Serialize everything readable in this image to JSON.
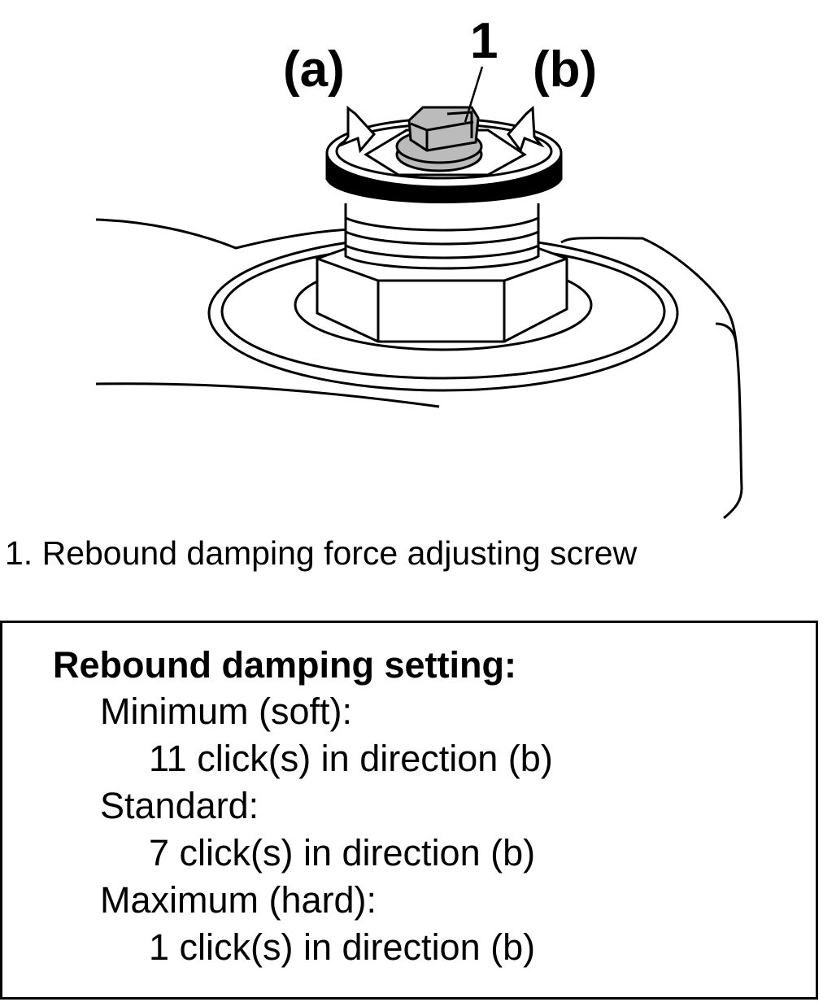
{
  "figure": {
    "callout_number": "1",
    "direction_a": "(a)",
    "direction_b": "(b)",
    "caption": "1. Rebound damping force adjusting screw"
  },
  "spec_box": {
    "title": "Rebound damping setting:",
    "rows": [
      {
        "label": "Minimum (soft):",
        "value": "11 click(s) in direction (b)"
      },
      {
        "label": "Standard:",
        "value": "7 click(s) in direction (b)"
      },
      {
        "label": "Maximum (hard):",
        "value": "1 click(s) in direction (b)"
      }
    ]
  }
}
